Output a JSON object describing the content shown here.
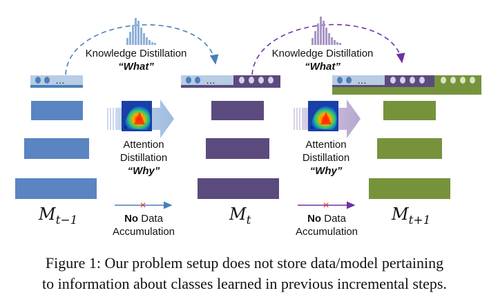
{
  "figure": {
    "kd_label": "Knowledge Distillation",
    "kd_what": "“What”",
    "ad_line1": "Attention",
    "ad_line2": "Distillation",
    "ad_why": "“Why”",
    "no_word": "No",
    "data_word": " Data",
    "accumulation": "Accumulation",
    "dots": "…",
    "models": [
      {
        "base": "M",
        "sub": "t−1"
      },
      {
        "base": "M",
        "sub": "t"
      },
      {
        "base": "M",
        "sub": "t+1"
      }
    ],
    "cross_mark": "×"
  },
  "colors": {
    "blue": "#5a84c2",
    "purple": "#5b4a7e",
    "green": "#76933c",
    "light_blue": "#b8cce4",
    "blue_arrow": "#4a7ebb",
    "purple_arrow": "#7030a0",
    "red": "#e03030"
  },
  "caption": {
    "line1": "Figure 1: Our problem setup does not store data/model pertaining",
    "line2": "to information about classes learned in previous incremental steps."
  }
}
